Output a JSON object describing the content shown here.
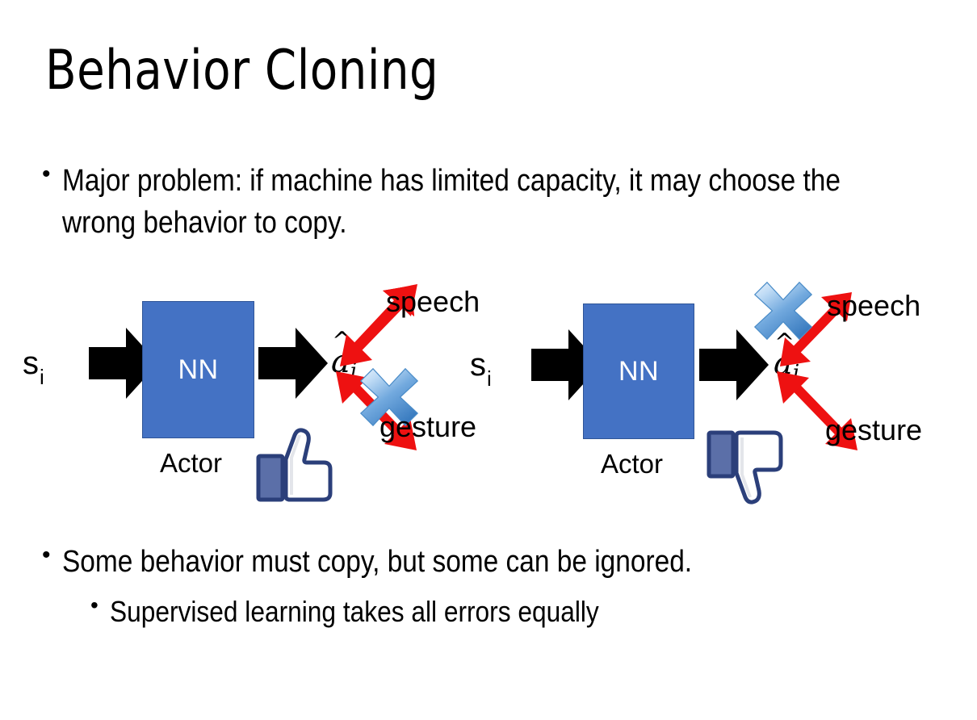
{
  "slide": {
    "title": "Behavior Cloning",
    "background_color": "#FFFFFF",
    "bullet_glyph": "•"
  },
  "bullets": {
    "top": "Major problem: if machine has limited capacity, it may choose the wrong behavior to copy.",
    "bottom_level1": "Some behavior must copy, but some can be ignored.",
    "bottom_level2": "Supervised learning takes all errors equally"
  },
  "colors": {
    "nn_box_fill": "#4472C4",
    "nn_box_border": "#2F5597",
    "nn_text": "#FFFFFF",
    "arrow_black": "#000000",
    "arrow_red": "#EE1111",
    "cross_blue_light": "#CFE2F7",
    "cross_blue_mid": "#6FA8DC",
    "cross_blue_dark": "#2E74B5",
    "thumb_navy": "#3B5998",
    "thumb_fill": "#FFFFFF",
    "text_black": "#000000"
  },
  "diagrams": [
    {
      "id": "left",
      "state_symbol": "s",
      "state_subscript": "i",
      "nn_label": "NN",
      "actor_label": "Actor",
      "action_symbol": "a",
      "action_subscript": "i",
      "action_has_hat": true,
      "outputs": [
        {
          "label": "speech",
          "direction": "up-right",
          "crossed_out": false
        },
        {
          "label": "gesture",
          "direction": "down-right",
          "crossed_out": true
        }
      ],
      "feedback_icon": "thumbs-up-icon",
      "feedback_sentiment": "positive"
    },
    {
      "id": "right",
      "state_symbol": "s",
      "state_subscript": "i",
      "nn_label": "NN",
      "actor_label": "Actor",
      "action_symbol": "a",
      "action_subscript": "i",
      "action_has_hat": true,
      "outputs": [
        {
          "label": "speech",
          "direction": "up-right",
          "crossed_out": true
        },
        {
          "label": "gesture",
          "direction": "down-right",
          "crossed_out": false
        }
      ],
      "feedback_icon": "thumbs-down-icon",
      "feedback_sentiment": "negative"
    }
  ]
}
